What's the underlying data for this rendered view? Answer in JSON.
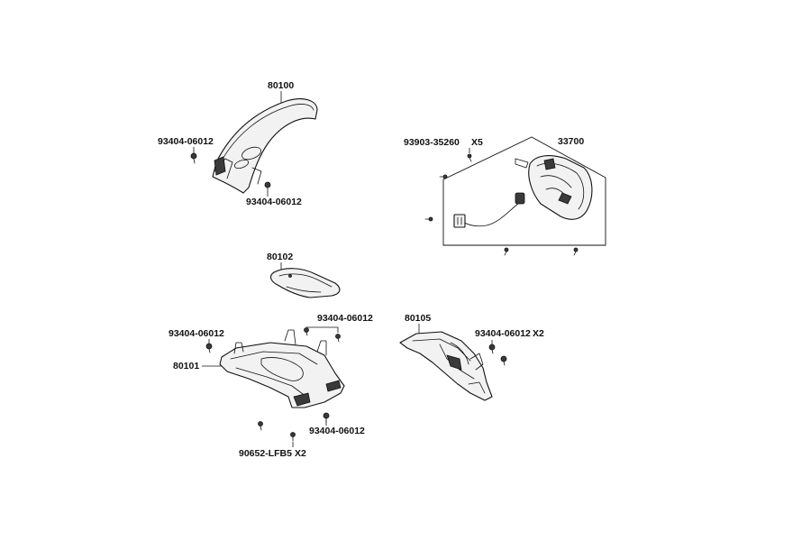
{
  "labels": {
    "p80100": "80100",
    "p93404_a": "93404-06012",
    "p93404_b": "93404-06012",
    "p93903": "93903-35260",
    "p93903_qty": "X5",
    "p33700": "33700",
    "p80102": "80102",
    "p93404_c": "93404-06012",
    "p93404_d": "93404-06012",
    "p80101": "80101",
    "p93404_e": "93404-06012",
    "p90652": "90652-LFB5",
    "p90652_qty": "X2",
    "p80105": "80105",
    "p93404_f": "93404-06012",
    "p93404_f_qty": "X2"
  },
  "colors": {
    "line": "#111111",
    "part_fill": "#f2f2f2",
    "background": "#ffffff"
  }
}
